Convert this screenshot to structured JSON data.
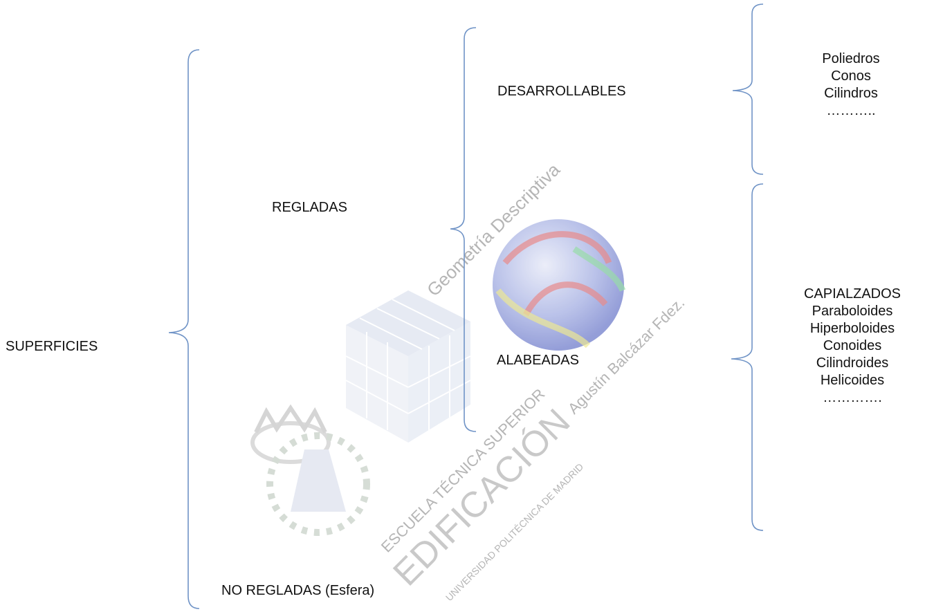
{
  "root": {
    "label": "SUPERFICIES"
  },
  "regladas": {
    "label": "REGLADAS"
  },
  "no_regladas": {
    "label": "NO REGLADAS",
    "note": "(Esfera)"
  },
  "desarrollables": {
    "label": "DESARROLLABLES",
    "items": [
      "Poliedros",
      "Conos",
      "Cilindros",
      "……….."
    ]
  },
  "alabeadas": {
    "label": "ALABEADAS",
    "items": [
      "CAPIALZADOS",
      "Paraboloides",
      "Hiperboloides",
      "Conoides",
      "Cilindroides",
      "Helicoides",
      "…………."
    ]
  },
  "watermark": {
    "lines": [
      "Geometría Descriptiva",
      "Agustín Balcázar Fdez.",
      "ESCUELA TÉCNICA SUPERIOR",
      "EDIFICACIÓN",
      "UNIVERSIDAD POLITÉCNICA DE MADRID"
    ],
    "icons": [
      "globe-logo-icon",
      "cube-logo-icon",
      "crown-seal-icon"
    ]
  },
  "colors": {
    "brace": "#6f93c6",
    "text": "#111111"
  }
}
